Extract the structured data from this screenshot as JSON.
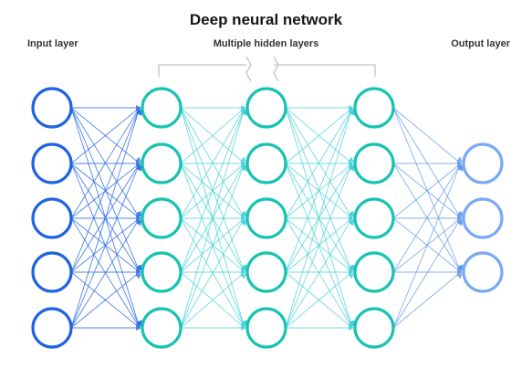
{
  "title": "Deep neural network",
  "labels": {
    "input": "Input layer",
    "hidden": "Multiple hidden layers",
    "output": "Output layer"
  },
  "layers": [
    {
      "role": "input",
      "nodes": 5,
      "color": "#1f64e0"
    },
    {
      "role": "hidden",
      "nodes": 5,
      "color": "#17c3b2"
    },
    {
      "role": "hidden",
      "nodes": 5,
      "color": "#17c3b2"
    },
    {
      "role": "hidden",
      "nodes": 5,
      "color": "#17c3b2"
    },
    {
      "role": "output",
      "nodes": 3,
      "color": "#7aaaf5"
    }
  ],
  "colors": {
    "edge_input": "#2f6fe4",
    "edge_hidden": "#3fd0d8",
    "edge_output": "#5b95ea",
    "bracket": "#c4c4c4"
  }
}
